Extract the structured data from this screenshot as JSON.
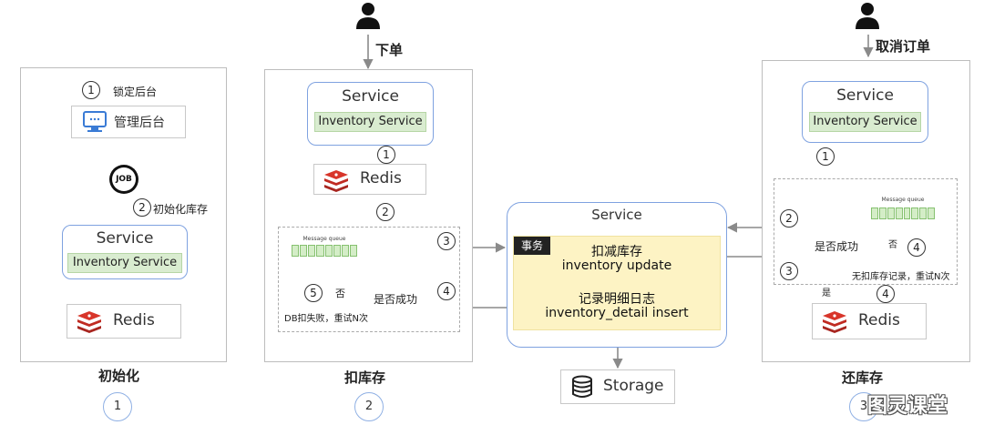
{
  "sections": {
    "init": {
      "title": "初始化",
      "step": "1"
    },
    "deduct": {
      "title": "扣库存",
      "step": "2",
      "trigger": "下单"
    },
    "restore": {
      "title": "还库存",
      "step": "3",
      "trigger": "取消订单"
    }
  },
  "init": {
    "step1_num": "1",
    "step1_label": "锁定后台",
    "admin_label": "管理后台",
    "job_label": "JOB",
    "step2_num": "2",
    "step2_label": "初始化库存",
    "service_title": "Service",
    "service_inner": "Inventory Service",
    "redis_label": "Redis"
  },
  "deduct": {
    "service_title": "Service",
    "service_inner": "Inventory Service",
    "redis_label": "Redis",
    "mq_title": "Message queue",
    "n1": "1",
    "n2": "2",
    "n3": "3",
    "n4": "4",
    "n5": "5",
    "decision": "是否成功",
    "no_label": "否",
    "fail_label": "DB扣失败，重试N次"
  },
  "center": {
    "service_title": "Service",
    "tx_label": "事务",
    "line1": "扣减库存",
    "line2": "inventory update",
    "line3": "记录明细日志",
    "line4": "inventory_detail insert",
    "storage_label": "Storage"
  },
  "restore": {
    "service_title": "Service",
    "service_inner": "Inventory Service",
    "mq_title": "Message queue",
    "n1": "1",
    "n2": "2",
    "n3": "3",
    "n4a": "4",
    "n4b": "4",
    "decision": "是否成功",
    "no_label": "否",
    "yes_label": "是",
    "no_record_label": "无扣库存记录，重试N次",
    "redis_label": "Redis"
  },
  "watermark": "图灵课堂"
}
